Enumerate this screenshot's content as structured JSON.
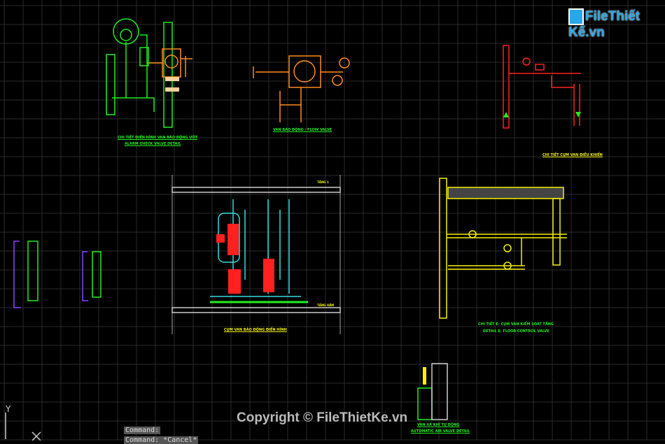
{
  "watermark": {
    "logo": "FileThiết Kế.vn",
    "copyright": "Copyright © FileThietKe.vn"
  },
  "command_line": {
    "line1": "Command:",
    "line2": "Command: *Cancel*"
  },
  "ucs": {
    "y_label": "Y"
  },
  "drawings": {
    "alarm_check": {
      "title_vi": "CHI TIẾT ĐIỂN HÌNH VAN BÁO ĐỘNG ƯỚT",
      "title_en": "ALARM CHECK VALVE DETAIL"
    },
    "flow_valve": {
      "title": "VAN BÁO ĐỘNG / FLOW VALVE"
    },
    "control_valve": {
      "title": "CHI TIẾT CỤM VAN ĐIỀU KHIỂN"
    },
    "alarm_group": {
      "title": "CỤM VAN BÁO ĐỘNG ĐIỂN HÌNH",
      "floor_top": "TẦNG 1",
      "floor_bottom": "TẦNG HẦM"
    },
    "floor_control": {
      "title_vi": "CHI TIẾT E: CỤM VAN KIỂM SOÁT TẦNG",
      "title_en": "DETAIL E: FLOOR CONTROL VALVE"
    },
    "air_valve": {
      "title_vi": "VAN XẢ KHÍ TỰ ĐỘNG",
      "title_en": "AUTOMATIC AIR VALVE DETAIL"
    }
  },
  "colors": {
    "background": "#000000",
    "grid": "#2a2a2a",
    "pipe_green": "#22ee22",
    "valve_orange": "#ff8c1a",
    "valve_red": "#ff2020",
    "cyan": "#33dddd",
    "yellow": "#f5f000"
  }
}
